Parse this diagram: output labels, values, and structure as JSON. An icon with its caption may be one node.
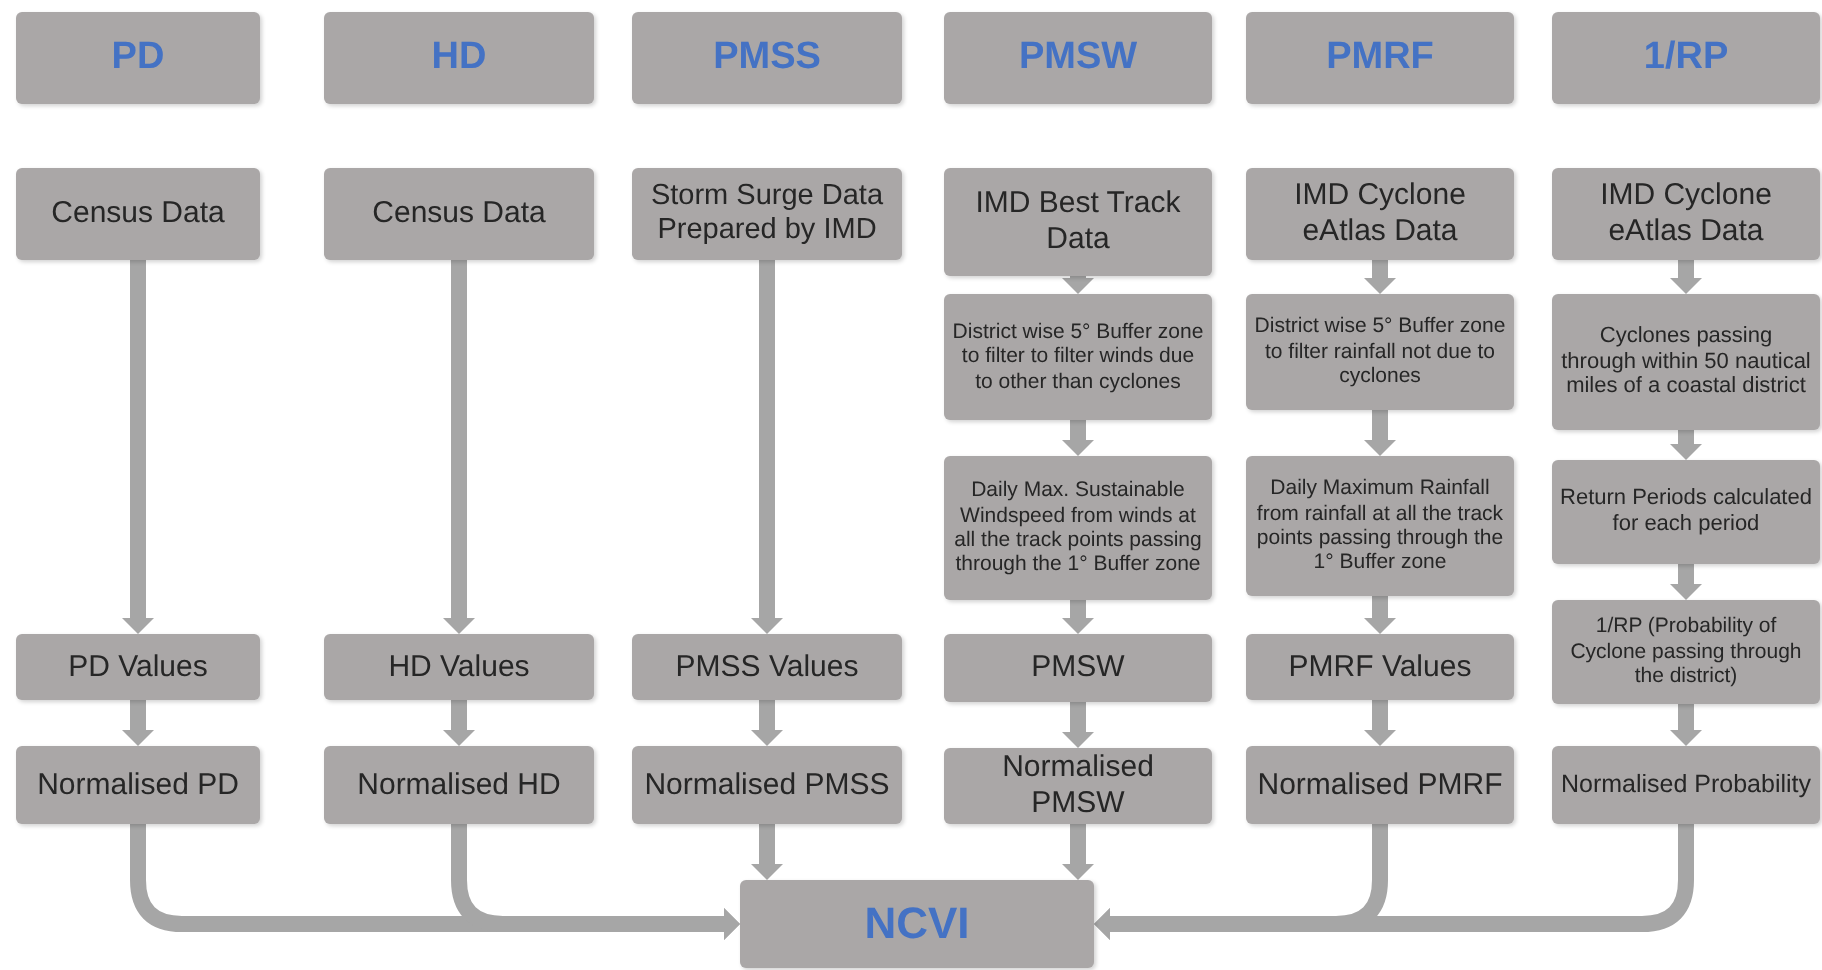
{
  "diagram": {
    "nodes": [
      {
        "text": [
          "PD"
        ]
      },
      {
        "text": [
          "HD"
        ]
      },
      {
        "text": [
          "PMSS"
        ]
      },
      {
        "text": [
          "PMSW"
        ]
      },
      {
        "text": [
          "PMRF"
        ]
      },
      {
        "text": [
          "1/RP"
        ]
      },
      {
        "text": [
          "Census Data"
        ]
      },
      {
        "text": [
          "PD Values"
        ]
      },
      {
        "text": [
          "Normalised PD"
        ]
      },
      {
        "text": [
          "Census Data"
        ]
      },
      {
        "text": [
          "HD Values"
        ]
      },
      {
        "text": [
          "Normalised HD"
        ]
      },
      {
        "text": [
          "Storm Surge Data Prepared by IMD"
        ]
      },
      {
        "text": [
          "PMSS Values"
        ]
      },
      {
        "text": [
          "Normalised PMSS"
        ]
      },
      {
        "text": [
          "IMD Best Track Data"
        ]
      },
      {
        "text": [
          "District wise 5° Buffer zone to filter to filter winds due to other than cyclones"
        ]
      },
      {
        "text": [
          "Daily Max. Sustainable Windspeed from winds at all the track points passing through the 1° Buffer zone"
        ]
      },
      {
        "text": [
          "PMSW"
        ]
      },
      {
        "text": [
          "Normalised PMSW"
        ]
      },
      {
        "text": [
          "IMD Cyclone eAtlas Data"
        ]
      },
      {
        "text": [
          "District wise 5° Buffer zone to filter rainfall not due to cyclones"
        ]
      },
      {
        "text": [
          "Daily Maximum Rainfall from rainfall at all the track points passing through the 1° Buffer zone"
        ]
      },
      {
        "text": [
          "PMRF Values"
        ]
      },
      {
        "text": [
          "Normalised PMRF"
        ]
      },
      {
        "text": [
          "IMD Cyclone eAtlas Data"
        ]
      },
      {
        "text": [
          "Cyclones passing through within 50 nautical miles of a coastal district"
        ]
      },
      {
        "text": [
          "Return Periods calculated for each period"
        ]
      },
      {
        "text": [
          "1/RP (Probability of Cyclone passing through the district)"
        ]
      },
      {
        "text": [
          "Normalised Probability"
        ]
      },
      {
        "text": [
          "NCVI"
        ]
      }
    ],
    "edges": [
      {
        "from": 6,
        "to": 7,
        "arrow": "to"
      },
      {
        "from": 7,
        "to": 8,
        "arrow": "to"
      },
      {
        "from": 8,
        "to": 30,
        "arrow": "to"
      },
      {
        "from": 9,
        "to": 10,
        "arrow": "to"
      },
      {
        "from": 10,
        "to": 11,
        "arrow": "to"
      },
      {
        "from": 11,
        "to": 30,
        "arrow": "to"
      },
      {
        "from": 12,
        "to": 13,
        "arrow": "to"
      },
      {
        "from": 13,
        "to": 14,
        "arrow": "to"
      },
      {
        "from": 14,
        "to": 30,
        "arrow": "to"
      },
      {
        "from": 15,
        "to": 16,
        "arrow": "to"
      },
      {
        "from": 16,
        "to": 17,
        "arrow": "to"
      },
      {
        "from": 17,
        "to": 18,
        "arrow": "to"
      },
      {
        "from": 18,
        "to": 19,
        "arrow": "to"
      },
      {
        "from": 19,
        "to": 30,
        "arrow": "to"
      },
      {
        "from": 20,
        "to": 21,
        "arrow": "to"
      },
      {
        "from": 21,
        "to": 22,
        "arrow": "to"
      },
      {
        "from": 22,
        "to": 23,
        "arrow": "to"
      },
      {
        "from": 23,
        "to": 24,
        "arrow": "to"
      },
      {
        "from": 24,
        "to": 30,
        "arrow": "to"
      },
      {
        "from": 25,
        "to": 26,
        "arrow": "to"
      },
      {
        "from": 26,
        "to": 27,
        "arrow": "to"
      },
      {
        "from": 27,
        "to": 28,
        "arrow": "to"
      },
      {
        "from": 28,
        "to": 29,
        "arrow": "to"
      },
      {
        "from": 29,
        "to": 30,
        "arrow": "to"
      }
    ]
  }
}
